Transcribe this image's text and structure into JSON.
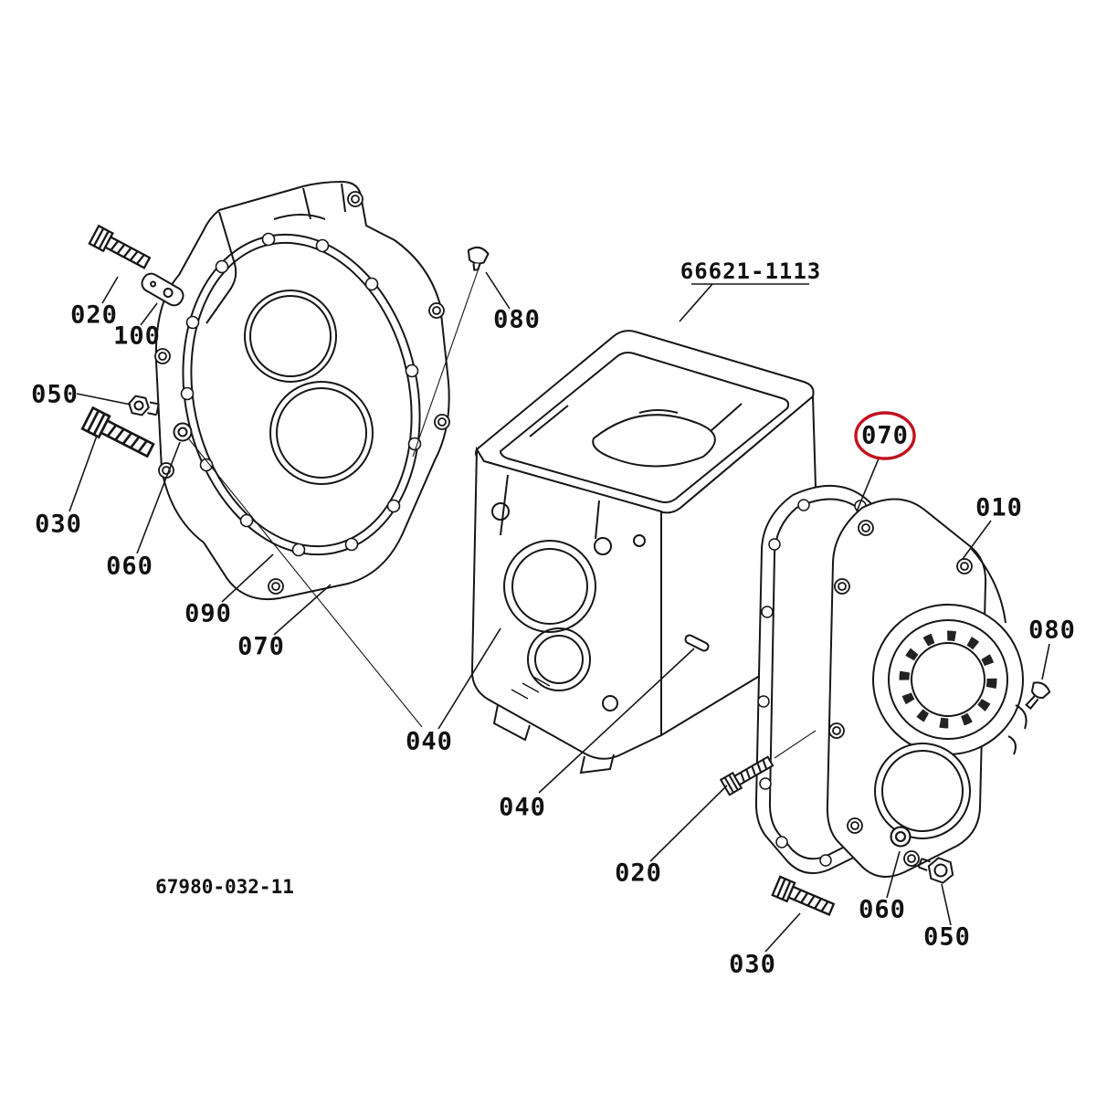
{
  "diagram": {
    "drawing_number": "67980-032-11",
    "assembly_label": "66621-1113",
    "highlight_color": "#c1121f",
    "callouts": {
      "bolt_top_left": "020",
      "plate_top_left": "100",
      "plug_top_center": "080",
      "plug_left": "050",
      "bolt_left": "030",
      "washer_left": "060",
      "gasket_left_outer": "090",
      "gasket_left": "070",
      "stud_center": "040",
      "gasket_right_highlighted": "070",
      "rear_cover": "010",
      "screw_right": "080",
      "dowel_right": "040",
      "bolt_right_upper": "020",
      "bolt_bottom": "030",
      "washer_right": "060",
      "bolt_right_lower": "050"
    }
  }
}
